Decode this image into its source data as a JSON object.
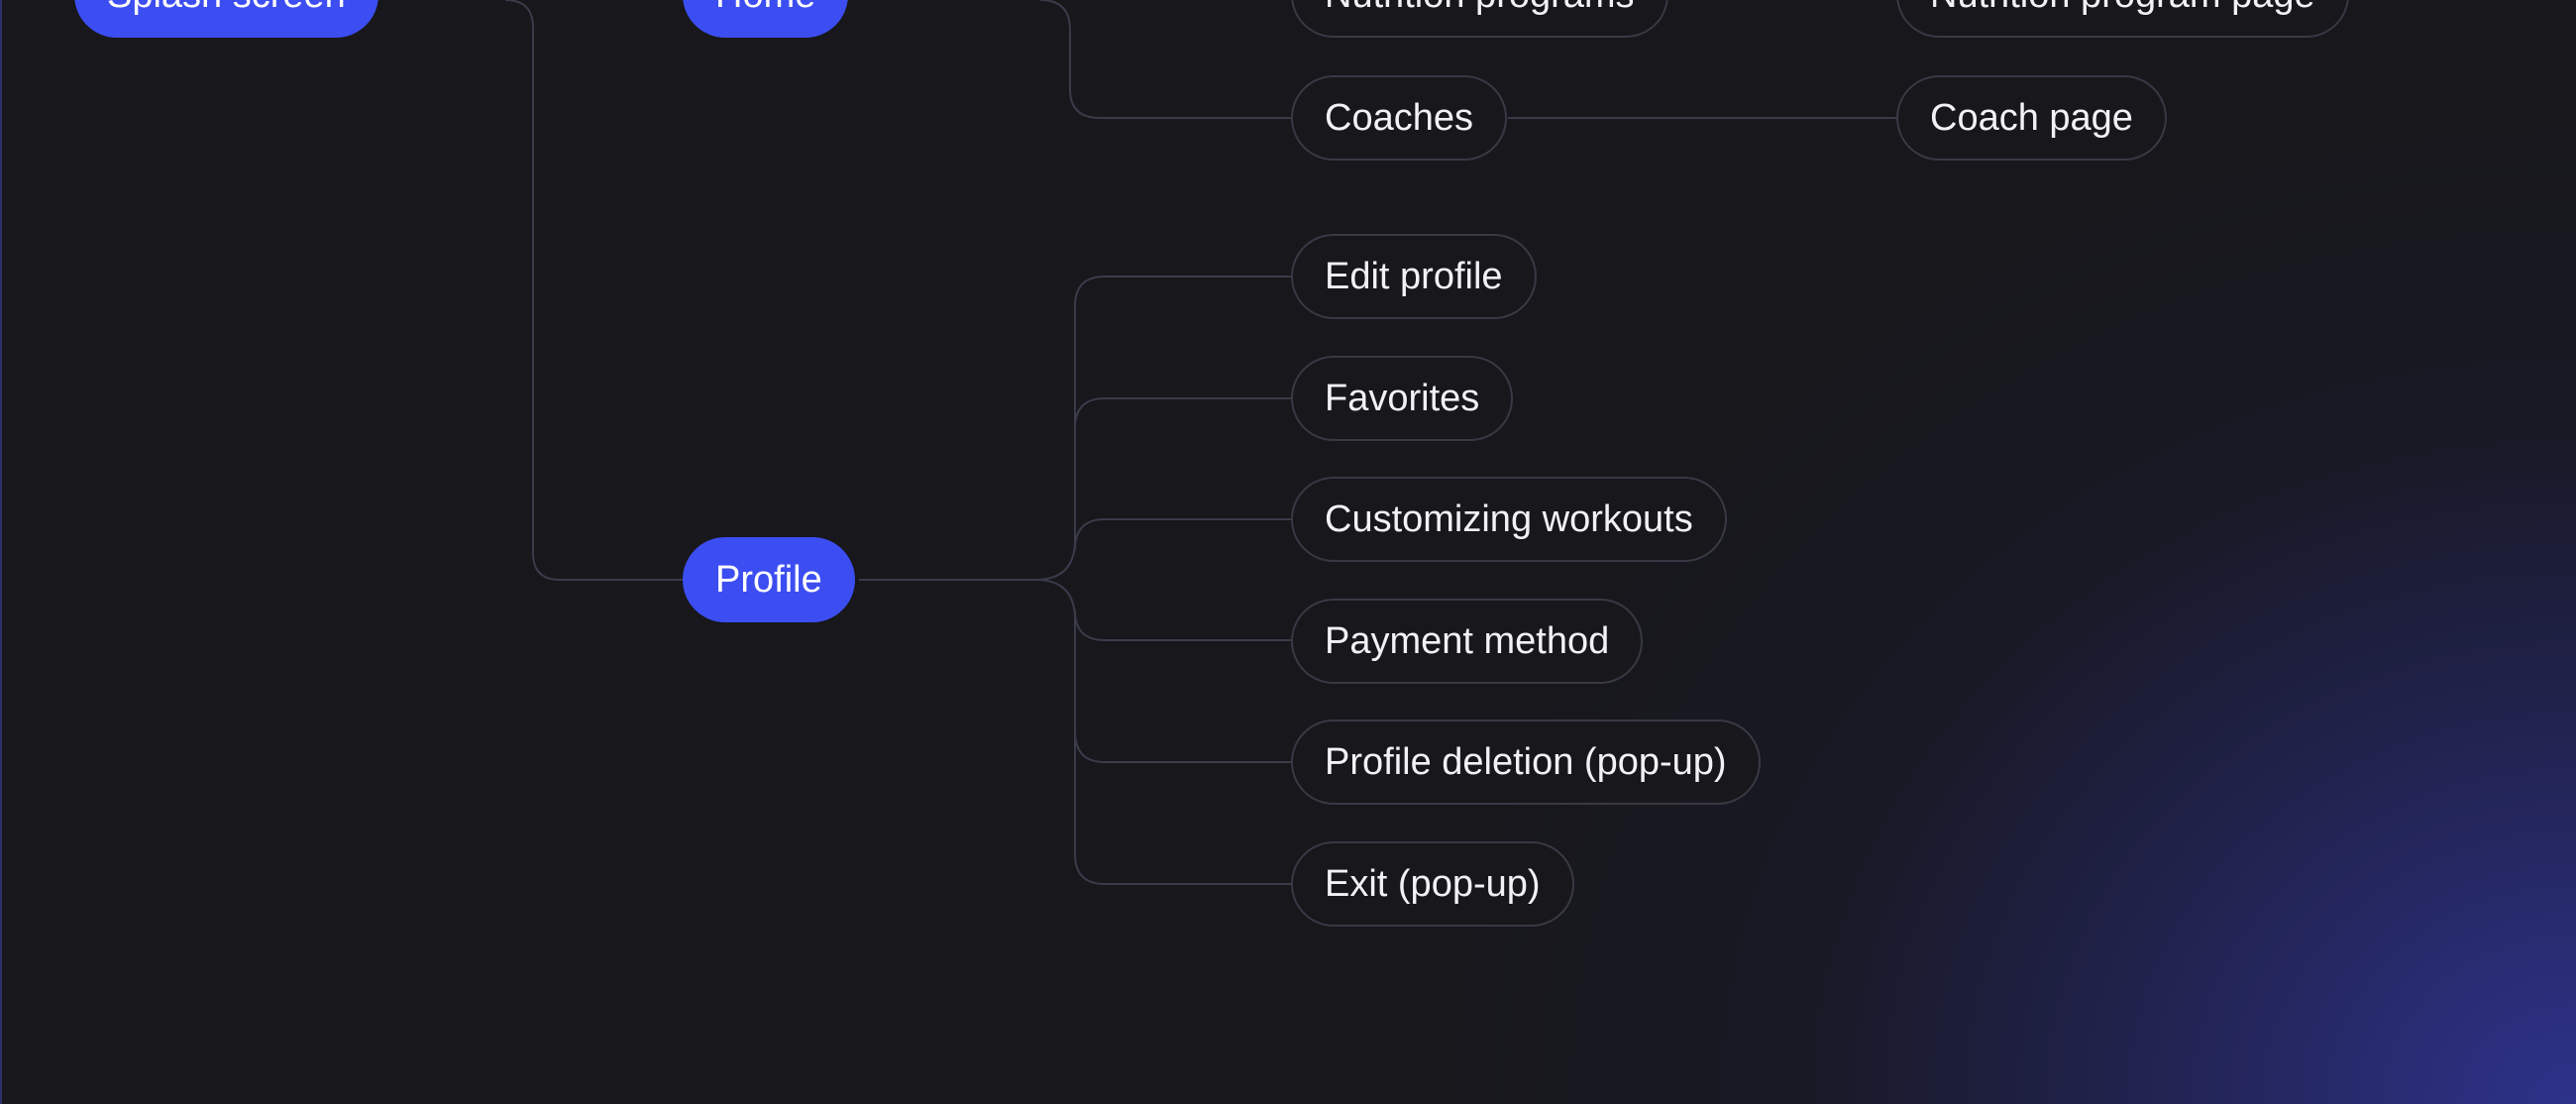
{
  "sitemap": {
    "level1": {
      "splash": "Splash screen"
    },
    "level2": {
      "home": "Home",
      "profile": "Profile"
    },
    "home_children": {
      "nutrition_programs": "Nutrition programs",
      "coaches": "Coaches"
    },
    "home_grandchildren": {
      "nutrition_program_page": "Nutrition program page",
      "coach_page": "Coach page"
    },
    "profile_children": [
      "Edit profile",
      "Favorites",
      "Customizing workouts",
      "Payment method",
      "Profile deletion (pop-up)",
      "Exit (pop-up)"
    ]
  },
  "colors": {
    "background": "#17171c",
    "primary_node": "#3c4ef1",
    "secondary_border": "#393945",
    "connector": "#3a3b4a",
    "text": "#f2f2f6"
  }
}
